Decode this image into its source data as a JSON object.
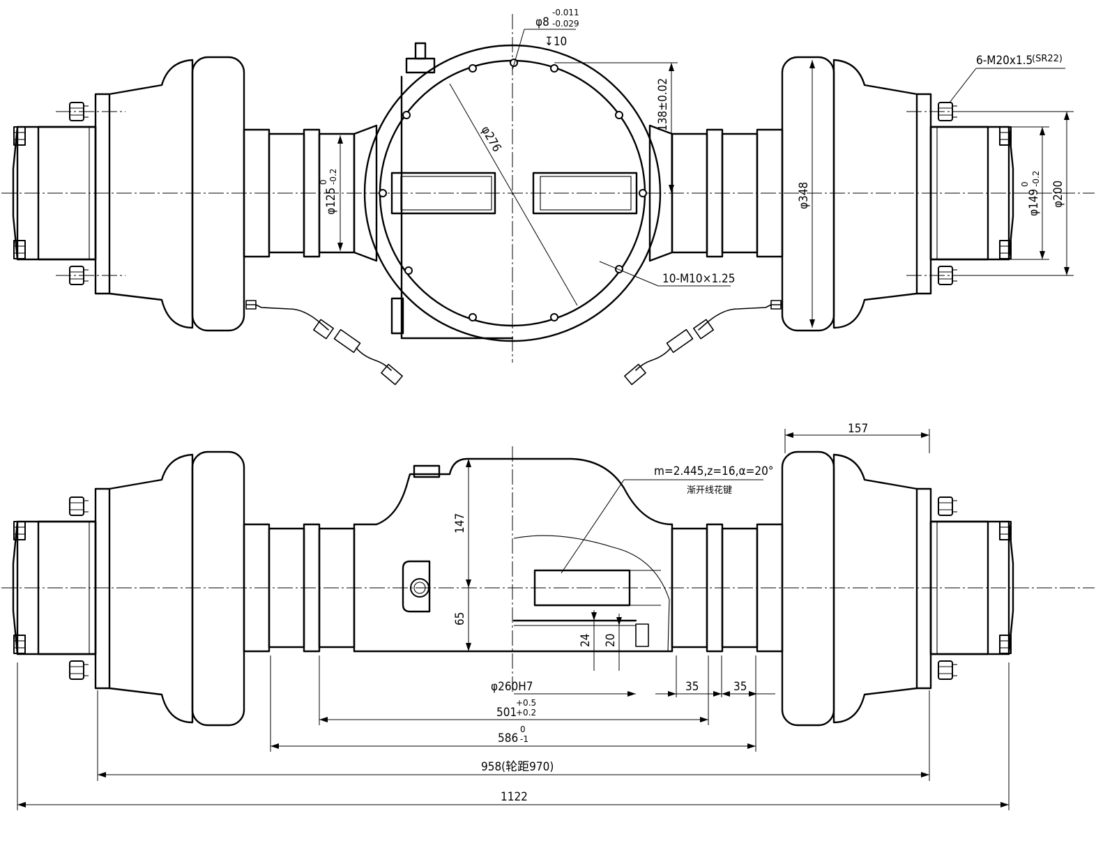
{
  "top_view": {
    "tolerance_hole": {
      "diameter": "φ8",
      "upper_dev": "-0.011",
      "lower_dev": "-0.029",
      "depth": "↧10"
    },
    "stud_callout": "6-M20x1.5",
    "stud_sr": "(SR22)",
    "ring_diameter": "φ276",
    "offset_dim": "138±0.02",
    "wheel_diameter": "φ348",
    "shaft_dia_base": "φ125",
    "shaft_dia_upper": "0",
    "shaft_dia_lower": "-0.2",
    "hub_dia_base": "φ149",
    "hub_dia_upper": "0",
    "hub_dia_lower": "-0.2",
    "flange_dia": "φ200",
    "bolt_callout": "10-M10×1.25"
  },
  "side_view": {
    "spline_spec": "m=2.445,z=16,α=20°",
    "spline_name": "渐开线花键",
    "dim_147": "147",
    "dim_65": "65",
    "dim_24": "24",
    "dim_20": "20",
    "dim_157": "157",
    "bore": "φ260H7",
    "dim_35a": "35",
    "dim_35b": "35",
    "dim_501": "501",
    "dim_501_upper": "+0.5",
    "dim_501_lower": "+0.2",
    "dim_586": "586",
    "dim_586_upper": "0",
    "dim_586_lower": "-1",
    "dim_958": "958(轮距970)",
    "dim_1122": "1122"
  }
}
